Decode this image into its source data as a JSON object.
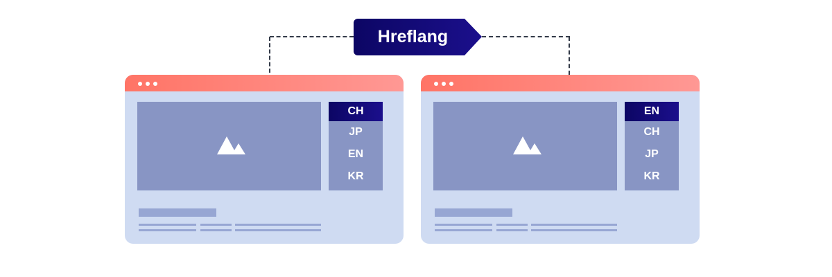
{
  "badge": {
    "label": "Hreflang"
  },
  "windows": [
    {
      "languages": [
        "CH",
        "JP",
        "EN",
        "KR"
      ],
      "active": "CH"
    },
    {
      "languages": [
        "EN",
        "CH",
        "JP",
        "KR"
      ],
      "active": "EN"
    }
  ],
  "colors": {
    "navy": "#0c0664",
    "header": "#ff7466",
    "body": "#cfdbf2",
    "panel": "#8895c4"
  }
}
